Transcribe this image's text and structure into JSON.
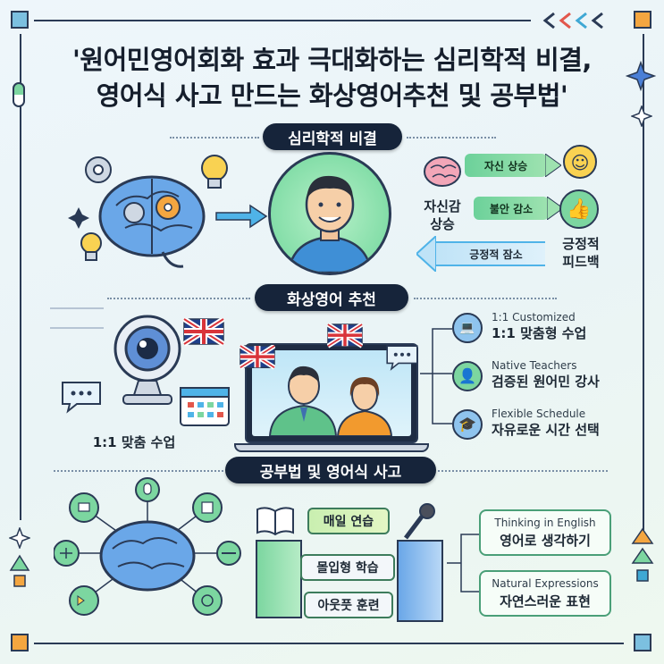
{
  "header": {
    "title_line1": "'원어민영어회화 효과 극대화하는 심리학적 비결,",
    "title_line2": "영어식 사고 만드는 화상영어추천 및 공부법'"
  },
  "section1": {
    "pill": "심리학적 비결",
    "confidence_label_line1": "자신감",
    "confidence_label_line2": "상승",
    "arrows": [
      "자신 상승",
      "불안 감소",
      "긍정적 잠소"
    ],
    "feedback_label_line1": "긍정적",
    "feedback_label_line2": "피드백"
  },
  "section2": {
    "pill": "화상영어 추천",
    "webcam_caption": "1:1 맞춤 수업",
    "features": [
      {
        "en": "1:1 Customized",
        "kr": "1:1 맞춤형 수업",
        "icon": "laptop-user-icon"
      },
      {
        "en": "Native Teachers",
        "kr": "검증된 원어민 강사",
        "icon": "teacher-icon"
      },
      {
        "en": "Flexible Schedule",
        "kr": "자유로운 시간 선택",
        "icon": "graduation-cap-icon"
      }
    ]
  },
  "section3": {
    "pill": "공부법 및 영어식 사고",
    "blocks": [
      "매일 연습",
      "몰입형 학습",
      "아웃풋 훈련"
    ],
    "cards": [
      {
        "en": "Thinking in English",
        "kr": "영어로 생각하기"
      },
      {
        "en": "Natural Expressions",
        "kr": "자연스러운 표현"
      }
    ]
  },
  "colors": {
    "navy": "#16243a",
    "green": "#6cd19a",
    "blue": "#4a7fd6",
    "orange": "#f29a2e"
  }
}
